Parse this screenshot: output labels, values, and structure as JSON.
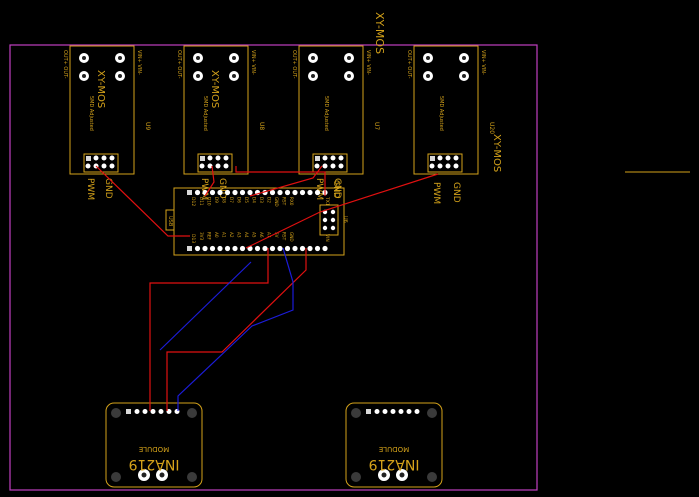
{
  "board": {
    "outline_color": "#c040c0",
    "silk_color": "#d4a21a",
    "top_label": "XY-MOS"
  },
  "xymos": [
    {
      "ref": "U9",
      "name": "XY-MOS",
      "sub": "5MD Adjusted",
      "pin_l": "OUT+ OUT-",
      "pin_r": "VIN+ VIN-",
      "pwm": "PWM",
      "gnd": "GND"
    },
    {
      "ref": "U8",
      "name": "XY-MOS",
      "sub": "5MD Adjusted",
      "pin_l": "OUT+ OUT-",
      "pin_r": "VIN+ VIN-",
      "pwm": "PWM",
      "gnd": "GND"
    },
    {
      "ref": "U7",
      "name": "",
      "sub": "5MD Adjusted",
      "pin_l": "OUT+ OUT-",
      "pin_r": "VIN+ VIN-",
      "pwm": "PWM",
      "gnd": "GND"
    },
    {
      "ref": "U20",
      "name": "XY-MOS",
      "sub": "5MD Adjusted",
      "pin_l": "OUT+ OUT-",
      "pin_r": "VIN+ VIN-",
      "pwm": "PWM",
      "gnd": "GND"
    }
  ],
  "mcu": {
    "ref": "U6",
    "usb": "USB",
    "left_top": "D12",
    "left_bot": "D13",
    "right_top": "TX1",
    "right_bot": "VIN",
    "gnd": "GND",
    "top_pins": [
      "D11",
      "D10",
      "D9",
      "D8",
      "D7",
      "D6",
      "D5",
      "D4",
      "D3",
      "D2",
      "GND",
      "RST",
      "RX0"
    ],
    "bot_pins": [
      "3V3",
      "REF",
      "A0",
      "A1",
      "A2",
      "A3",
      "A4",
      "A5",
      "A6",
      "A7",
      "5V",
      "RST",
      "GND"
    ]
  },
  "ina": [
    {
      "name": "INA219",
      "sub": "MODULE"
    },
    {
      "name": "INA219",
      "sub": "MODULE"
    }
  ]
}
